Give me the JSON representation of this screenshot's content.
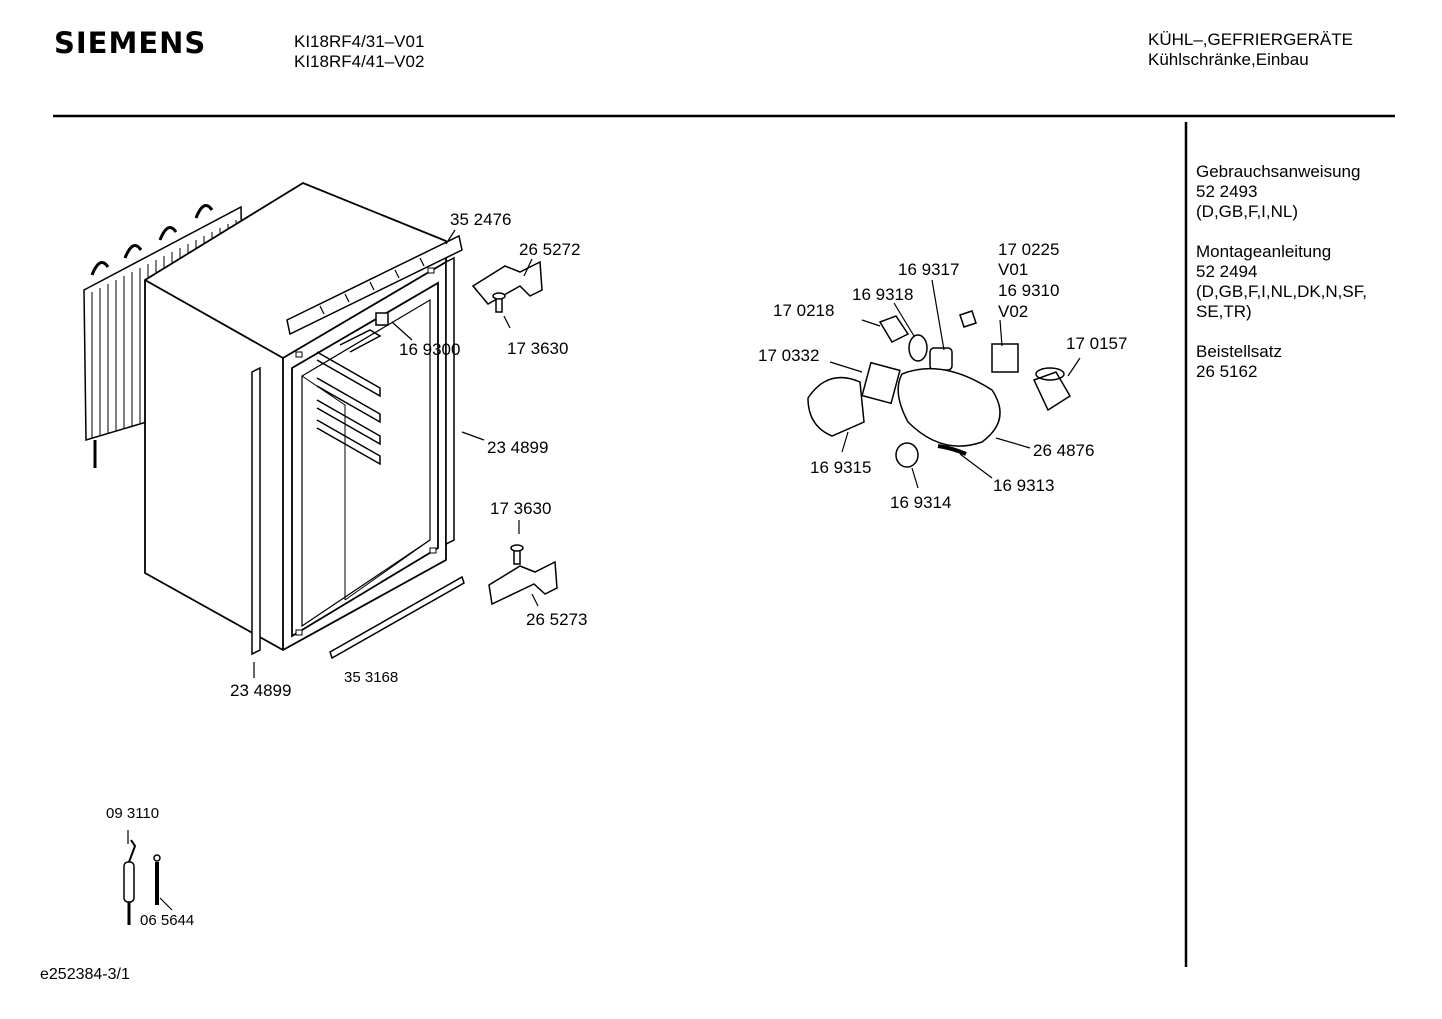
{
  "header": {
    "brand": "SIEMENS",
    "models": [
      "KI18RF4/31–V01",
      "KI18RF4/41–V02"
    ],
    "category": "KÜHL–,GEFRIERGERÄTE",
    "subcategory": "Kühlschränke,Einbau"
  },
  "sidebar": {
    "groups": [
      {
        "title": "Gebrauchsanweisung",
        "lines": [
          "52 2493",
          "(D,GB,F,I,NL)"
        ]
      },
      {
        "title": "Montageanleitung",
        "lines": [
          "52 2494",
          "(D,GB,F,I,NL,DK,N,SF,",
          "SE,TR)"
        ]
      },
      {
        "title": "Beistellsatz",
        "lines": [
          "26 5162"
        ]
      }
    ]
  },
  "parts": {
    "p352476": "35 2476",
    "p265272": "26 5272",
    "p169300": "16 9300",
    "p173630_top": "17 3630",
    "p234899_right": "23 4899",
    "p173630_bottom": "17 3630",
    "p265273": "26 5273",
    "p353168": "35 3168",
    "p234899_left": "23 4899",
    "p170225": "17 0225",
    "v01": "V01",
    "p169317": "16 9317",
    "p169310": "16 9310",
    "v02": "V02",
    "p169318": "16 9318",
    "p170218": "17 0218",
    "p170332": "17 0332",
    "p170157": "17 0157",
    "p264876": "26 4876",
    "p169315": "16 9315",
    "p169314": "16 9314",
    "p169313": "16 9313",
    "p093110": "09 3110",
    "p065644": "06 5644"
  },
  "footer": {
    "code": "e252384-3/1"
  }
}
